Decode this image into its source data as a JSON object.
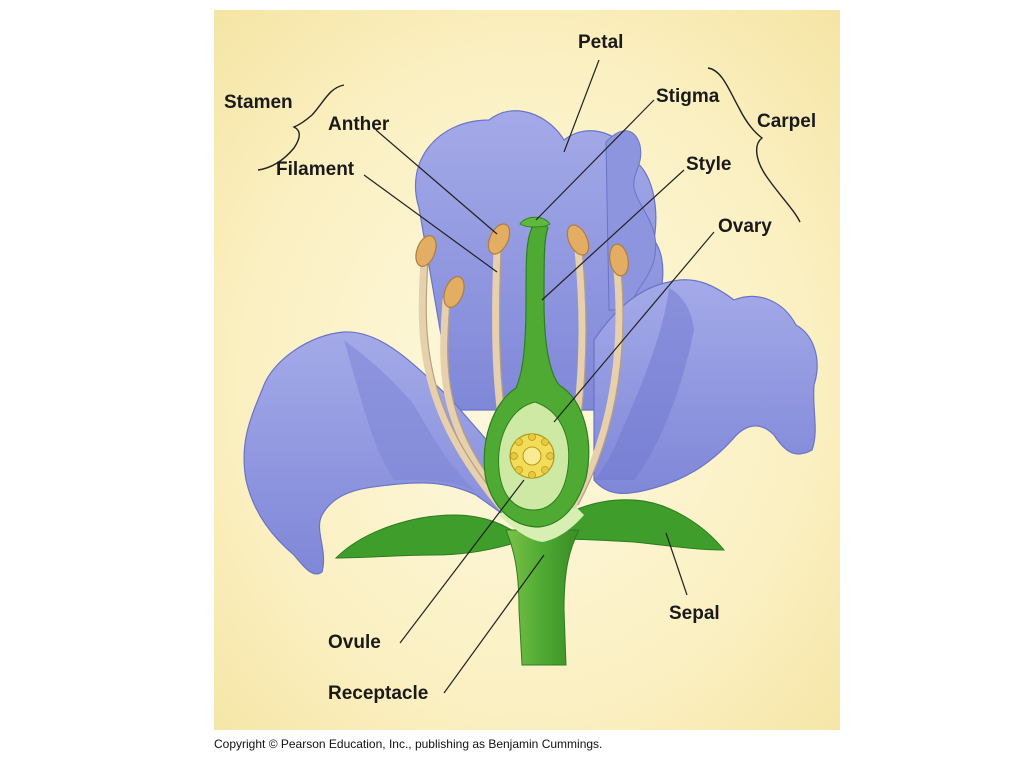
{
  "diagram": {
    "labels": {
      "petal": "Petal",
      "stigma": "Stigma",
      "stamen": "Stamen",
      "anther": "Anther",
      "carpel": "Carpel",
      "style": "Style",
      "filament": "Filament",
      "ovary": "Ovary",
      "sepal": "Sepal",
      "ovule": "Ovule",
      "receptacle": "Receptacle"
    }
  },
  "footer": {
    "copyright": "Copyright © Pearson Education, Inc., publishing as Benjamin Cummings."
  },
  "colors": {
    "background_center": "#fcf7d6",
    "background_edge": "#f5e6a4",
    "petal": "#8f97e0",
    "petal_shadow": "#5f68bd",
    "green": "#4eaa32",
    "light_green": "#cde9a4",
    "anther": "#e3ad64",
    "filament": "#e8d0ad",
    "ovule": "#f2dc58"
  }
}
